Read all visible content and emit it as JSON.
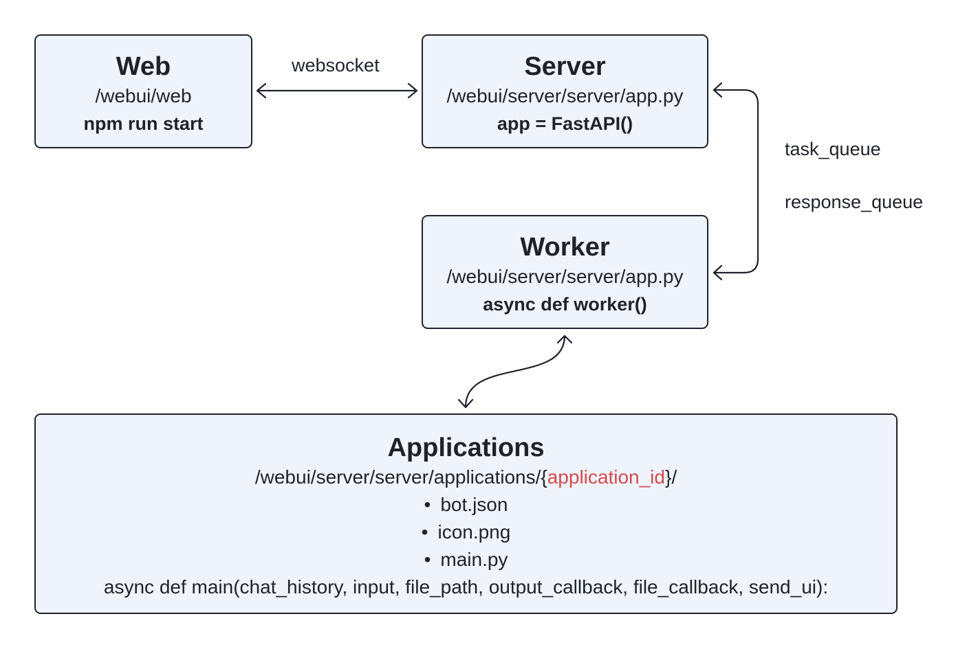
{
  "web": {
    "title": "Web",
    "path": "/webui/web",
    "command": "npm run start"
  },
  "server": {
    "title": "Server",
    "path": "/webui/server/server/app.py",
    "code": "app = FastAPI()"
  },
  "worker": {
    "title": "Worker",
    "path": "/webui/server/server/app.py",
    "code": "async def worker()"
  },
  "applications": {
    "title": "Applications",
    "path_prefix": "/webui/server/server/applications/{",
    "path_param": "application_id",
    "path_suffix": "}/",
    "files": [
      "bot.json",
      "icon.png",
      "main.py"
    ],
    "signature": "async def main(chat_history, input, file_path, output_callback, file_callback, send_ui):"
  },
  "edges": {
    "web_server": "websocket",
    "server_worker_1": "task_queue",
    "server_worker_2": "response_queue"
  },
  "colors": {
    "box_fill": "#eff3fc",
    "border": "#1f2228",
    "highlight": "#d24b4b"
  }
}
